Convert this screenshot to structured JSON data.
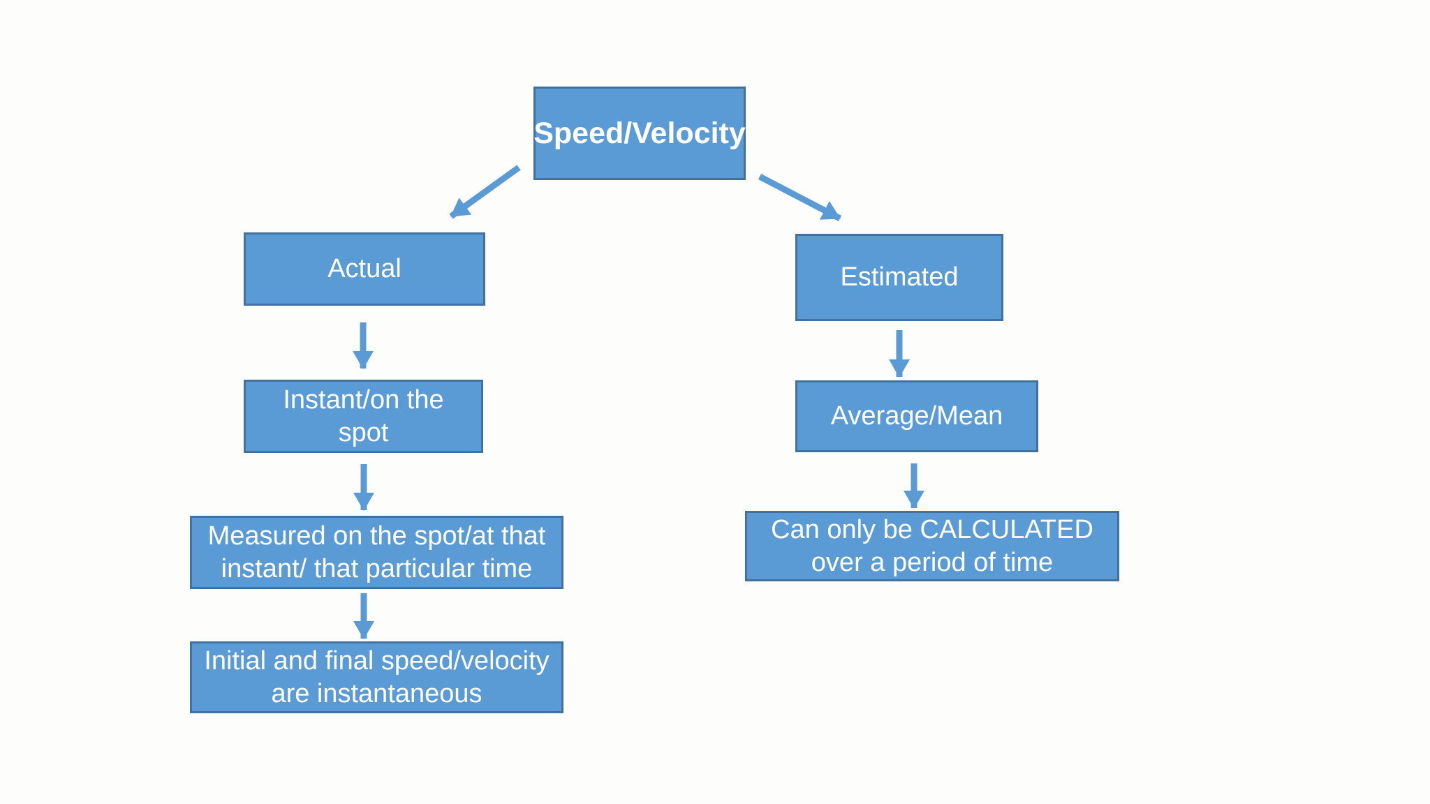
{
  "diagram": {
    "colors": {
      "node_fill": "#5b9bd5",
      "node_border": "#41719c",
      "arrow": "#5b9bd5",
      "text": "#ffffff",
      "background": "#fdfdfc"
    },
    "nodes": [
      {
        "id": "root",
        "label": "Speed/Velocity"
      },
      {
        "id": "actual",
        "label": "Actual"
      },
      {
        "id": "estimated",
        "label": "Estimated"
      },
      {
        "id": "instant",
        "label": "Instant/on the spot"
      },
      {
        "id": "average",
        "label": "Average/Mean"
      },
      {
        "id": "measured",
        "label": "Measured on the spot/at that instant/ that particular time"
      },
      {
        "id": "initial",
        "label": "Initial and final speed/velocity are instantaneous"
      },
      {
        "id": "calculated",
        "label": "Can only be CALCULATED over a period of time"
      }
    ],
    "edges": [
      {
        "from": "root",
        "to": "actual"
      },
      {
        "from": "root",
        "to": "estimated"
      },
      {
        "from": "actual",
        "to": "instant"
      },
      {
        "from": "estimated",
        "to": "average"
      },
      {
        "from": "instant",
        "to": "measured"
      },
      {
        "from": "average",
        "to": "calculated"
      },
      {
        "from": "measured",
        "to": "initial"
      }
    ]
  }
}
